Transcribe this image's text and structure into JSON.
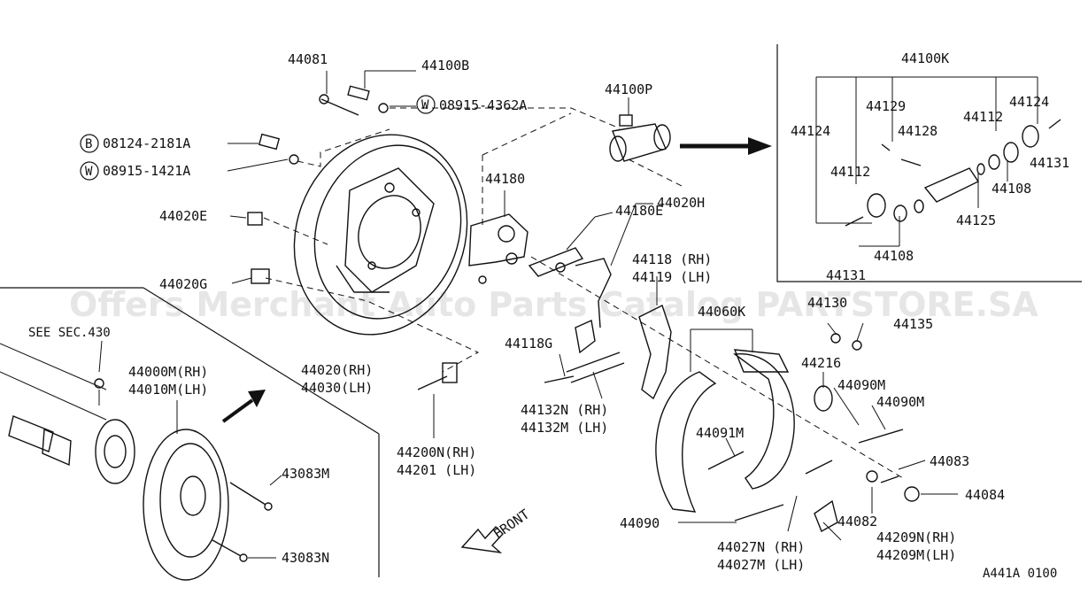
{
  "watermark": "Offers Merchant Auto Parts Catalog PARTSTORE.SA",
  "diagram_code": "A441A 0100",
  "front_label": "FRONT",
  "see_section": "SEE SEC.430",
  "labels": {
    "p44081": "44081",
    "p44100B": "44100B",
    "p08915_4362A": "08915-4362A",
    "p44100P": "44100P",
    "p08124_2181A": "08124-2181A",
    "p08915_1421A": "08915-1421A",
    "p44180": "44180",
    "p44180E": "44180E",
    "p44020H": "44020H",
    "p44020E": "44020E",
    "p44020G": "44020G",
    "p44118RH": "44118 (RH)",
    "p44119LH": "44119 (LH)",
    "p44060K": "44060K",
    "p44118G": "44118G",
    "p44020RH": "44020(RH)",
    "p44030LH": "44030(LH)",
    "p44000M": "44000M(RH)",
    "p44010M": "44010M(LH)",
    "p44132N": "44132N (RH)",
    "p44132M": "44132M (LH)",
    "p44200N": "44200N(RH)",
    "p44201": "44201  (LH)",
    "p43083M": "43083M",
    "p43083N": "43083N",
    "p44091M": "44091M",
    "p44130": "44130",
    "p44135": "44135",
    "p44216": "44216",
    "p44090M_a": "44090M",
    "p44090M_b": "44090M",
    "p44083": "44083",
    "p44084": "44084",
    "p44082": "44082",
    "p44090": "44090",
    "p44027N": "44027N (RH)",
    "p44027M": "44027M (LH)",
    "p44209N": "44209N(RH)",
    "p44209M": "44209M(LH)"
  },
  "inset_labels": {
    "p44100K": "44100K",
    "p44129": "44129",
    "p44124_r": "44124",
    "p44112_r": "44112",
    "p44124_l": "44124",
    "p44128": "44128",
    "p44131_r": "44131",
    "p44112_l": "44112",
    "p44108_r": "44108",
    "p44125": "44125",
    "p44108_l": "44108",
    "p44131_l": "44131"
  },
  "circle_letters": {
    "w1": "W",
    "b1": "B",
    "w2": "W"
  }
}
